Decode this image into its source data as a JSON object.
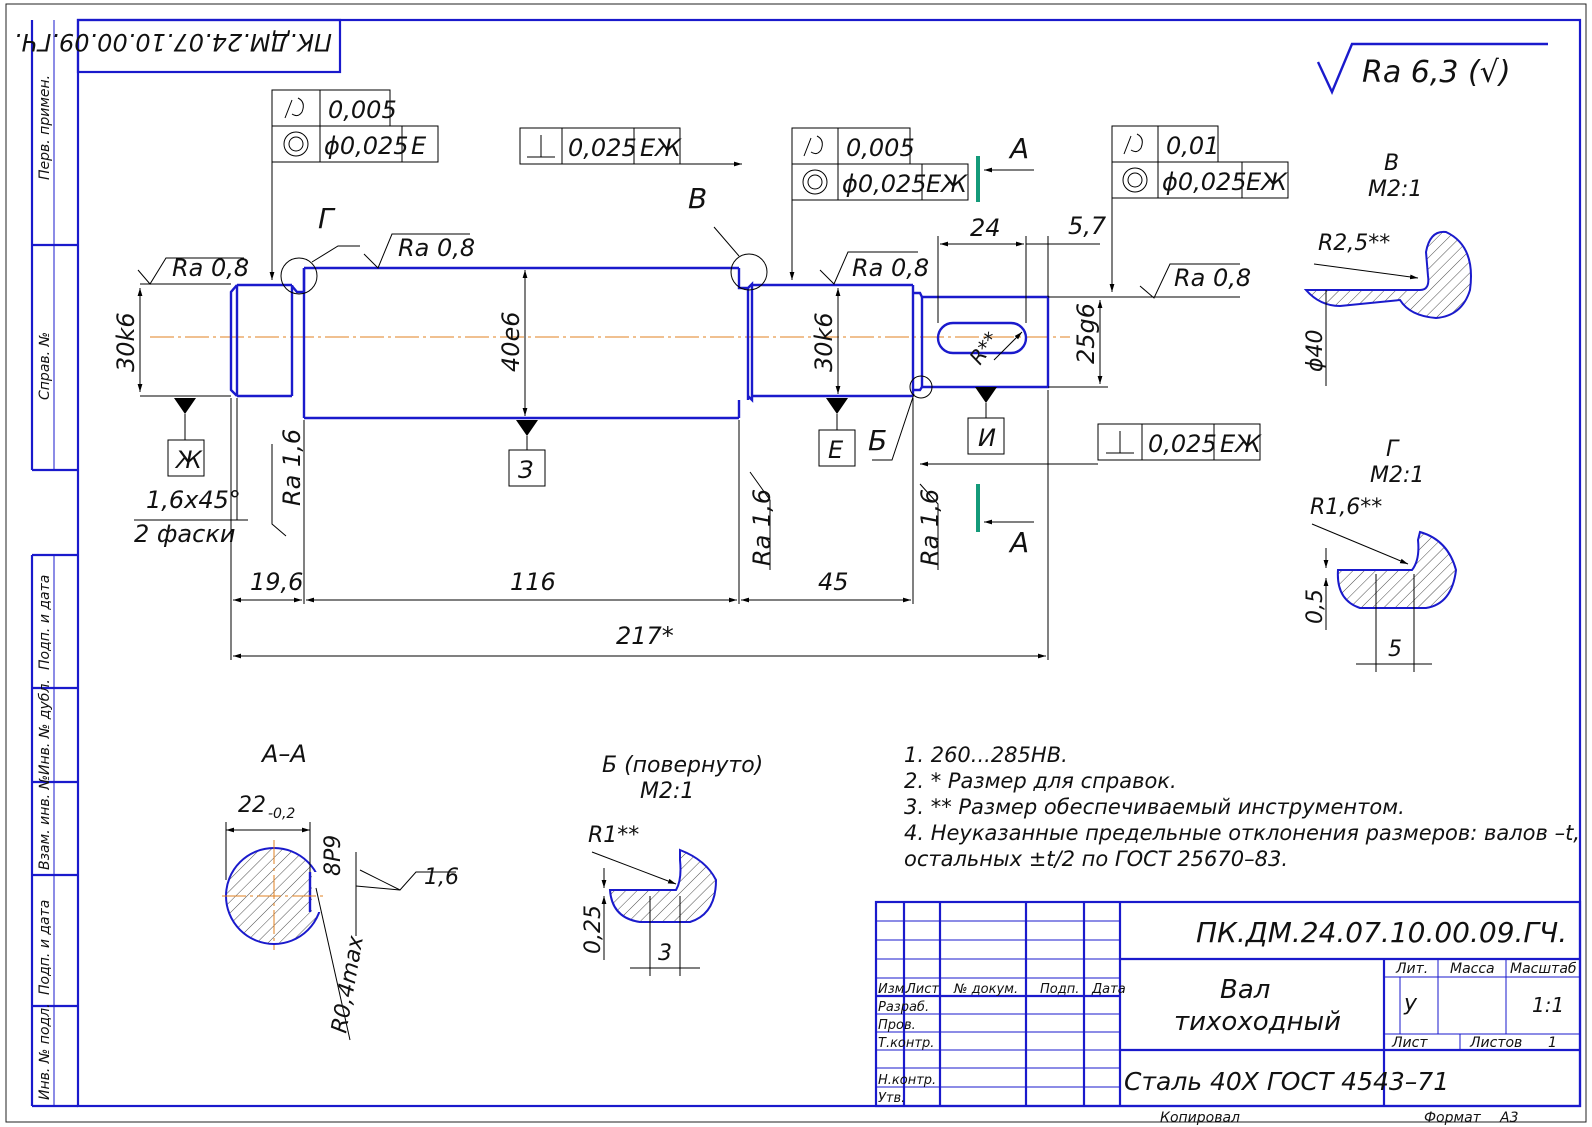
{
  "stamp_rotated": "ПК.ДМ.24.07.10.00.09.ГЧ.",
  "general_roughness": "Ra 6,3 (√)",
  "side_labels": [
    "Перв. примен.",
    "Справ. №",
    "Подп. и дата",
    "Инв. № дубл.",
    "Взам. инв. №",
    "Подп. и дата",
    "Инв. № подл."
  ],
  "tolerances": {
    "left_runout": "0,005",
    "left_coax": "ϕ0,025",
    "left_coax_base": "Е",
    "perp_top": "0,025",
    "perp_top_base": "ЕЖ",
    "mid_runout": "0,005",
    "mid_coax": "ϕ0,025",
    "mid_coax_base": "ЕЖ",
    "right_runout": "0,01",
    "right_coax": "ϕ0,025",
    "right_coax_base": "ЕЖ",
    "perp_bottom": "0,025",
    "perp_bottom_base": "ЕЖ"
  },
  "labels": {
    "section_a_top": "А",
    "section_a_bottom": "А",
    "view_g": "Г",
    "view_v": "В",
    "view_b": "Б",
    "base_zh": "Ж",
    "base_z": "З",
    "base_e": "Е",
    "base_i": "И"
  },
  "roughness": {
    "r1": "Ra 0,8",
    "r2": "Ra 0,8",
    "r3": "Ra 0,8",
    "r4": "Ra 0,8",
    "r5": "Ra 1,6",
    "r6": "Ra 1,6",
    "r7": "Ra 1,6",
    "r8": "1,6"
  },
  "dimensions": {
    "d30k6_left": "30k6",
    "d40e6": "40e6",
    "d30k6_right": "30k6",
    "d25g6": "25g6",
    "chamfer": "1,6x45°",
    "chamfer_note": "2 фаски",
    "len_19_6": "19,6",
    "len_116": "116",
    "len_45": "45",
    "len_217": "217*",
    "key_24": "24",
    "key_5_7": "5,7",
    "key_radius": "R**"
  },
  "details": {
    "v_title": "В",
    "v_scale": "М2:1",
    "v_radius": "R2,5**",
    "v_diam": "ϕ40",
    "g_title": "Г",
    "g_scale": "М2:1",
    "g_radius": "R1,6**",
    "g_depth": "0,5",
    "g_width": "5",
    "aa_title": "А–А",
    "aa_width": "22",
    "aa_width_tol": "-0,2",
    "aa_key": "8P9",
    "aa_rough": "1,6",
    "aa_radius": "R0,4max",
    "b_title": "Б (повернуто)",
    "b_scale": "М2:1",
    "b_radius": "R1**",
    "b_depth": "0,25",
    "b_width": "3"
  },
  "notes": [
    "1. 260...285HB.",
    "2. * Размер для справок.",
    "3. ** Размер обеспечиваемый инструментом.",
    "4. Неуказанные предельные отклонения размеров: валов –t,",
    "остальных ±t/2 по ГОСТ 25670–83."
  ],
  "title_block": {
    "designation": "ПК.ДМ.24.07.10.00.09.ГЧ.",
    "name_line1": "Вал",
    "name_line2": "тихоходный",
    "material": "Сталь 40Х ГОСТ 4543–71",
    "col_izm": "Изм.",
    "col_list": "Лист",
    "col_doc": "№ докум.",
    "col_sign": "Подп.",
    "col_date": "Дата",
    "row_razrab": "Разраб.",
    "row_prov": "Пров.",
    "row_tkontr": "Т.контр.",
    "row_nkontr": "Н.контр.",
    "row_utv": "Утв.",
    "lit_label": "Лит.",
    "mass_label": "Масса",
    "scale_label": "Масштаб",
    "lit_value": "у",
    "scale_value": "1:1",
    "sheet_label": "Лист",
    "sheets_label": "Листов",
    "sheets_value": "1",
    "copied": "Копировал",
    "format_label": "Формат",
    "format_value": "А3"
  }
}
